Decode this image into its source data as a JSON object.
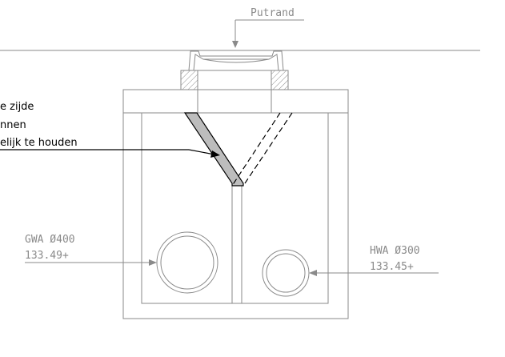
{
  "colors": {
    "line": "#8a8a8a",
    "dark": "#000000",
    "fill_grey": "#bdbdbd",
    "background": "#ffffff"
  },
  "labels": {
    "putrand": "Putrand",
    "note_line1": "e zijde",
    "note_line2": "nnen",
    "note_line3": "elijk te houden",
    "gwa_title": "GWA Ø400",
    "gwa_level": "133.49+",
    "hwa_title": "HWA Ø300",
    "hwa_level": "133.45+"
  }
}
